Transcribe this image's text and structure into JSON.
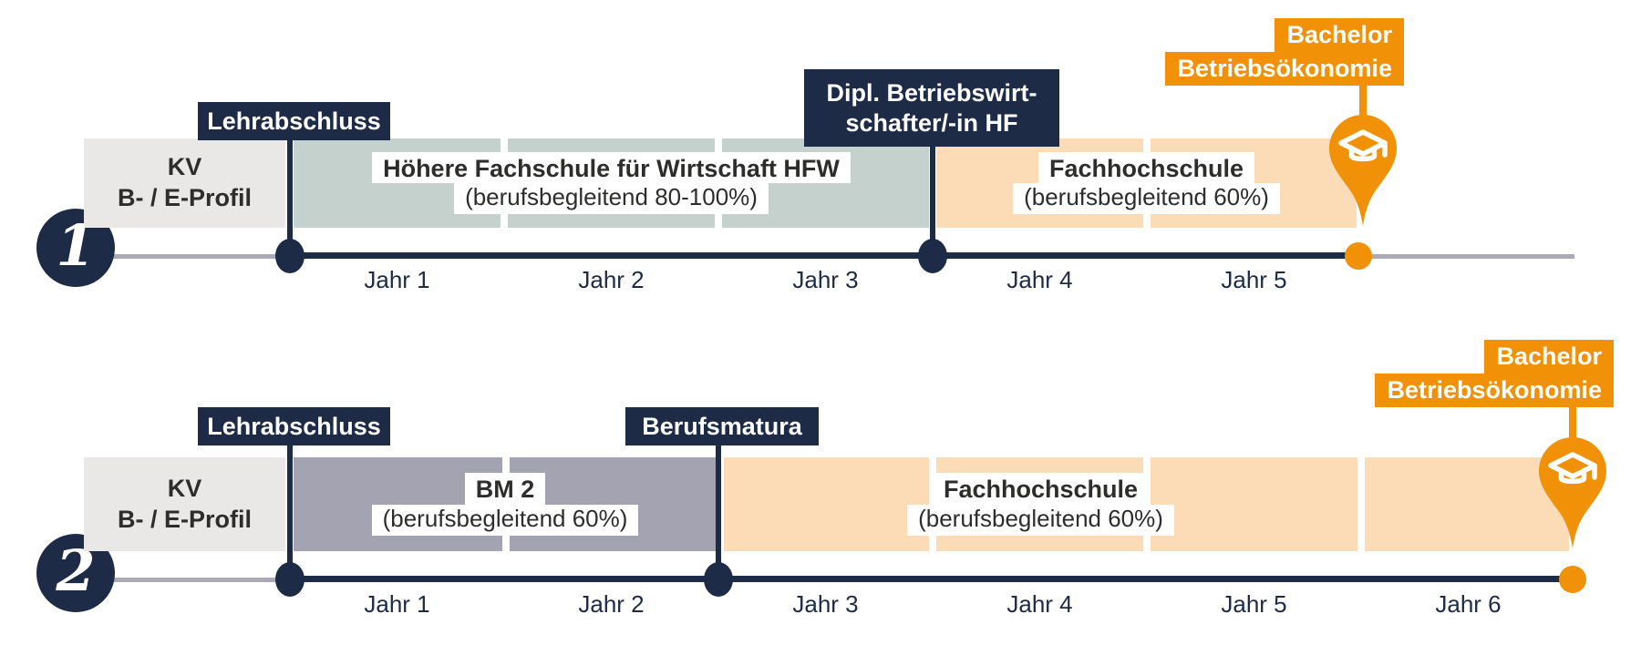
{
  "colors": {
    "navy": "#1d2b47",
    "orange": "#f09107",
    "sage": "#c5d1cc",
    "peach": "#fbdcb6",
    "purplegray": "#a4a3b1",
    "lightgray": "#e9e8e6",
    "trackgray": "#abaab5",
    "textdark": "#2d2d2c",
    "white": "#ffffff"
  },
  "pathways": [
    {
      "number": "1",
      "start": {
        "line1": "KV",
        "line2": "B- / E-Profil"
      },
      "milestones": [
        {
          "label": "Lehrabschluss"
        },
        {
          "line1": "Dipl. Betriebswirt-",
          "line2": "schafter/-in HF"
        }
      ],
      "stages": [
        {
          "title": "Höhere Fachschule für Wirtschaft HFW",
          "subtitle": "(berufsbegleitend 80-100%)",
          "segments": 3
        },
        {
          "title": "Fachhochschule",
          "subtitle": "(berufsbegleitend 60%)",
          "segments": 2
        }
      ],
      "end": {
        "line1": "Bachelor",
        "line2": "Betriebsökonomie",
        "icon": "graduation-cap"
      },
      "years": [
        "Jahr 1",
        "Jahr 2",
        "Jahr 3",
        "Jahr 4",
        "Jahr 5"
      ]
    },
    {
      "number": "2",
      "start": {
        "line1": "KV",
        "line2": "B- / E-Profil"
      },
      "milestones": [
        {
          "label": "Lehrabschluss"
        },
        {
          "label": "Berufsmatura"
        }
      ],
      "stages": [
        {
          "title": "BM 2",
          "subtitle": "(berufsbegleitend 60%)",
          "segments": 2
        },
        {
          "title": "Fachhochschule",
          "subtitle": "(berufsbegleitend 60%)",
          "segments": 4
        }
      ],
      "end": {
        "line1": "Bachelor",
        "line2": "Betriebsökonomie",
        "icon": "graduation-cap"
      },
      "years": [
        "Jahr 1",
        "Jahr 2",
        "Jahr 3",
        "Jahr 4",
        "Jahr 5",
        "Jahr 6"
      ]
    }
  ]
}
